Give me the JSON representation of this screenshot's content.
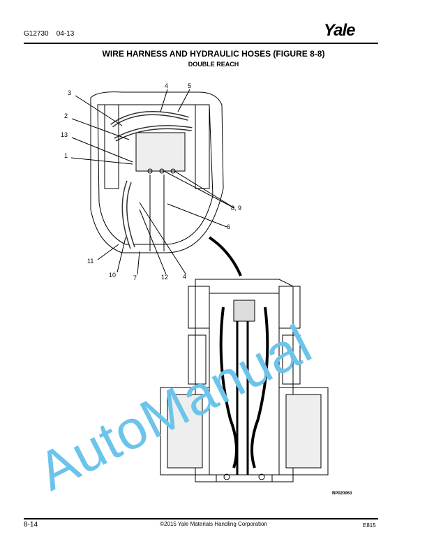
{
  "header": {
    "doc_number": "G12730    04-13",
    "logo": "Yale"
  },
  "title": "WIRE HARNESS AND HYDRAULIC HOSES (FIGURE 8-8)",
  "subtitle": "DOUBLE REACH",
  "figure": {
    "code": "BP020063",
    "callouts": [
      "3",
      "4",
      "5",
      "2",
      "13",
      "1",
      "8, 9",
      "6",
      "11",
      "10",
      "7",
      "12",
      "4"
    ]
  },
  "watermark": "AutoManual",
  "footer": {
    "page": "8-14",
    "copyright": "©2015 Yale Materials Handling Corporation",
    "code": "E815"
  }
}
